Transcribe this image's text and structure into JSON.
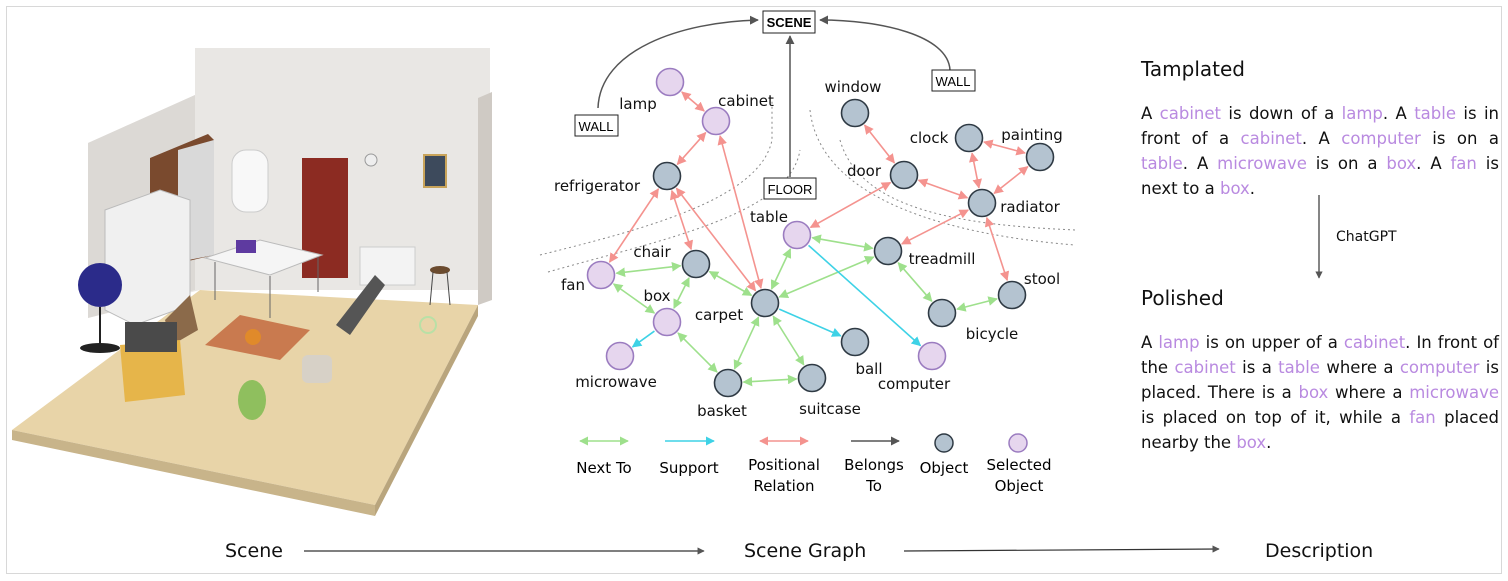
{
  "graph": {
    "top_nodes": {
      "scene": "SCENE",
      "wall_left": "WALL",
      "wall_right": "WALL",
      "floor": "FLOOR"
    },
    "nodes": [
      {
        "id": "lamp",
        "label": "lamp",
        "selected": true
      },
      {
        "id": "cabinet",
        "label": "cabinet",
        "selected": true
      },
      {
        "id": "refrigerator",
        "label": "refrigerator",
        "selected": false
      },
      {
        "id": "chair",
        "label": "chair",
        "selected": false
      },
      {
        "id": "fan",
        "label": "fan",
        "selected": true
      },
      {
        "id": "box",
        "label": "box",
        "selected": true
      },
      {
        "id": "microwave",
        "label": "microwave",
        "selected": true
      },
      {
        "id": "carpet",
        "label": "carpet",
        "selected": false
      },
      {
        "id": "basket",
        "label": "basket",
        "selected": false
      },
      {
        "id": "suitcase",
        "label": "suitcase",
        "selected": false
      },
      {
        "id": "ball",
        "label": "ball",
        "selected": false
      },
      {
        "id": "table",
        "label": "table",
        "selected": true
      },
      {
        "id": "computer",
        "label": "computer",
        "selected": true
      },
      {
        "id": "window",
        "label": "window",
        "selected": false
      },
      {
        "id": "door",
        "label": "door",
        "selected": false
      },
      {
        "id": "clock",
        "label": "clock",
        "selected": false
      },
      {
        "id": "painting",
        "label": "painting",
        "selected": false
      },
      {
        "id": "radiator",
        "label": "radiator",
        "selected": false
      },
      {
        "id": "treadmill",
        "label": "treadmill",
        "selected": false
      },
      {
        "id": "stool",
        "label": "stool",
        "selected": false
      },
      {
        "id": "bicycle",
        "label": "bicycle",
        "selected": false
      }
    ],
    "edges": [
      {
        "from": "lamp",
        "to": "cabinet",
        "type": "positional"
      },
      {
        "from": "cabinet",
        "to": "refrigerator",
        "type": "positional"
      },
      {
        "from": "cabinet",
        "to": "carpet",
        "type": "positional"
      },
      {
        "from": "refrigerator",
        "to": "fan",
        "type": "positional"
      },
      {
        "from": "refrigerator",
        "to": "chair",
        "type": "positional"
      },
      {
        "from": "refrigerator",
        "to": "carpet",
        "type": "positional"
      },
      {
        "from": "fan",
        "to": "chair",
        "type": "next"
      },
      {
        "from": "chair",
        "to": "box",
        "type": "next"
      },
      {
        "from": "box",
        "to": "fan",
        "type": "next"
      },
      {
        "from": "box",
        "to": "microwave",
        "type": "support"
      },
      {
        "from": "box",
        "to": "basket",
        "type": "next"
      },
      {
        "from": "carpet",
        "to": "chair",
        "type": "next"
      },
      {
        "from": "carpet",
        "to": "table",
        "type": "next"
      },
      {
        "from": "carpet",
        "to": "treadmill",
        "type": "next"
      },
      {
        "from": "carpet",
        "to": "basket",
        "type": "next"
      },
      {
        "from": "carpet",
        "to": "suitcase",
        "type": "next"
      },
      {
        "from": "carpet",
        "to": "ball",
        "type": "support"
      },
      {
        "from": "basket",
        "to": "suitcase",
        "type": "next"
      },
      {
        "from": "table",
        "to": "treadmill",
        "type": "next"
      },
      {
        "from": "table",
        "to": "computer",
        "type": "support"
      },
      {
        "from": "table",
        "to": "door",
        "type": "positional"
      },
      {
        "from": "window",
        "to": "door",
        "type": "positional"
      },
      {
        "from": "door",
        "to": "radiator",
        "type": "positional"
      },
      {
        "from": "clock",
        "to": "painting",
        "type": "positional"
      },
      {
        "from": "clock",
        "to": "radiator",
        "type": "positional"
      },
      {
        "from": "painting",
        "to": "radiator",
        "type": "positional"
      },
      {
        "from": "radiator",
        "to": "treadmill",
        "type": "positional"
      },
      {
        "from": "radiator",
        "to": "stool",
        "type": "positional"
      },
      {
        "from": "treadmill",
        "to": "bicycle",
        "type": "next"
      },
      {
        "from": "stool",
        "to": "bicycle",
        "type": "next"
      }
    ],
    "colors": {
      "next": "#9ee08c",
      "support": "#3ed2e6",
      "positional": "#f4938f",
      "belongs": "#555555",
      "object_fill": "#b4c3d0",
      "selected_fill": "#e6d6ee",
      "selected_stroke": "#9b7cc0",
      "object_stroke": "#2f3a44"
    }
  },
  "legend": {
    "next_to": "Next To",
    "support": "Support",
    "positional_1": "Positional",
    "positional_2": "Relation",
    "belongs_1": "Belongs",
    "belongs_2": "To",
    "object": "Object",
    "selected_1": "Selected",
    "selected_2": "Object"
  },
  "description": {
    "templated_title": "Tamplated",
    "templated_segments": [
      {
        "t": "A ",
        "h": false
      },
      {
        "t": "cabinet",
        "h": true
      },
      {
        "t": " is down of a ",
        "h": false
      },
      {
        "t": "lamp",
        "h": true
      },
      {
        "t": ". A ",
        "h": false
      },
      {
        "t": "table",
        "h": true
      },
      {
        "t": " is in front of a ",
        "h": false
      },
      {
        "t": "cabinet",
        "h": true
      },
      {
        "t": ". A ",
        "h": false
      },
      {
        "t": "computer",
        "h": true
      },
      {
        "t": " is on a ",
        "h": false
      },
      {
        "t": "table",
        "h": true
      },
      {
        "t": ". A ",
        "h": false
      },
      {
        "t": "microwave",
        "h": true
      },
      {
        "t": " is on a ",
        "h": false
      },
      {
        "t": "box",
        "h": true
      },
      {
        "t": ". A ",
        "h": false
      },
      {
        "t": "fan",
        "h": true
      },
      {
        "t": " is next to a ",
        "h": false
      },
      {
        "t": "box",
        "h": true
      },
      {
        "t": ".",
        "h": false
      }
    ],
    "transform_label": "ChatGPT",
    "polished_title": "Polished",
    "polished_segments": [
      {
        "t": "A ",
        "h": false
      },
      {
        "t": "lamp",
        "h": true
      },
      {
        "t": " is on upper of a ",
        "h": false
      },
      {
        "t": "cabinet",
        "h": true
      },
      {
        "t": ". In front of the ",
        "h": false
      },
      {
        "t": "cabinet",
        "h": true
      },
      {
        "t": " is a ",
        "h": false
      },
      {
        "t": "table",
        "h": true
      },
      {
        "t": " where a ",
        "h": false
      },
      {
        "t": "computer",
        "h": true
      },
      {
        "t": " is placed. There is a ",
        "h": false
      },
      {
        "t": "box",
        "h": true
      },
      {
        "t": " where a ",
        "h": false
      },
      {
        "t": "microwave",
        "h": true
      },
      {
        "t": " is placed on top of it, while a ",
        "h": false
      },
      {
        "t": "fan",
        "h": true
      },
      {
        "t": " placed nearby the ",
        "h": false
      },
      {
        "t": "box",
        "h": true
      },
      {
        "t": ".",
        "h": false
      }
    ]
  },
  "pipeline": {
    "scene": "Scene",
    "scene_graph": "Scene Graph",
    "description": "Description"
  }
}
